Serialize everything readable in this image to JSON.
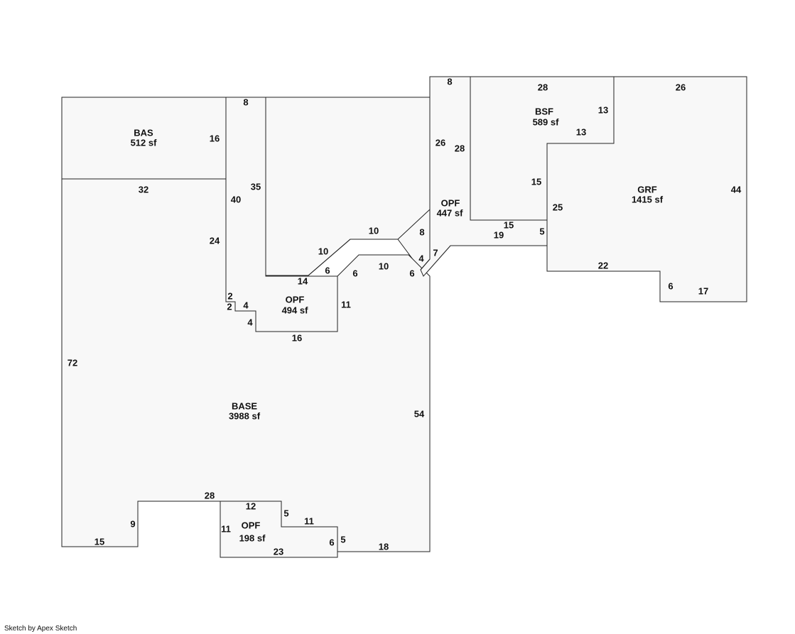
{
  "footer": "Sketch by Apex Sketch",
  "areas": {
    "bas": {
      "code": "BAS",
      "size": "512 sf"
    },
    "base": {
      "code": "BASE",
      "size": "3988 sf"
    },
    "opf_center": {
      "code": "OPF",
      "size": "494 sf"
    },
    "opf_bottom": {
      "code": "OPF",
      "size": "198 sf"
    },
    "opf_right": {
      "code": "OPF",
      "size": "447 sf"
    },
    "bsf": {
      "code": "BSF",
      "size": "589 sf"
    },
    "grf": {
      "code": "GRF",
      "size": "1415 sf"
    }
  },
  "dims": {
    "bas_right": "16",
    "bas_bottom": "32",
    "top_8": "8",
    "left_35": "35",
    "left_40": "40",
    "left_24": "24",
    "left_72": "72",
    "bottom_15": "15",
    "bottom_9": "9",
    "bottom_28": "28",
    "opfb_12": "12",
    "opfb_11": "11",
    "opfb_5": "5",
    "opfb_11b": "11",
    "opfb_6": "6",
    "opfb_23": "23",
    "right_5": "5",
    "bottom_18": "18",
    "right_54": "54",
    "opfc_2a": "2",
    "opfc_2b": "2",
    "opfc_4a": "4",
    "opfc_4b": "4",
    "opfc_16": "16",
    "opfc_11": "11",
    "opfc_14": "14",
    "opfc_6a": "6",
    "opfc_6b": "6",
    "opfc_10": "10",
    "opfc_6c": "6",
    "conn_4": "4",
    "conn_7": "7",
    "conn_10a": "10",
    "conn_10b": "10",
    "conn_8": "8",
    "opfr_8": "8",
    "opfr_26": "26",
    "opfr_28": "28",
    "opfr_19": "19",
    "opfr_15": "15",
    "opfr_5": "5",
    "bsf_28": "28",
    "bsf_13a": "13",
    "bsf_13b": "13",
    "bsf_15": "15",
    "grf_26": "26",
    "grf_44": "44",
    "grf_25": "25",
    "grf_22": "22",
    "grf_6": "6",
    "grf_17": "17"
  }
}
